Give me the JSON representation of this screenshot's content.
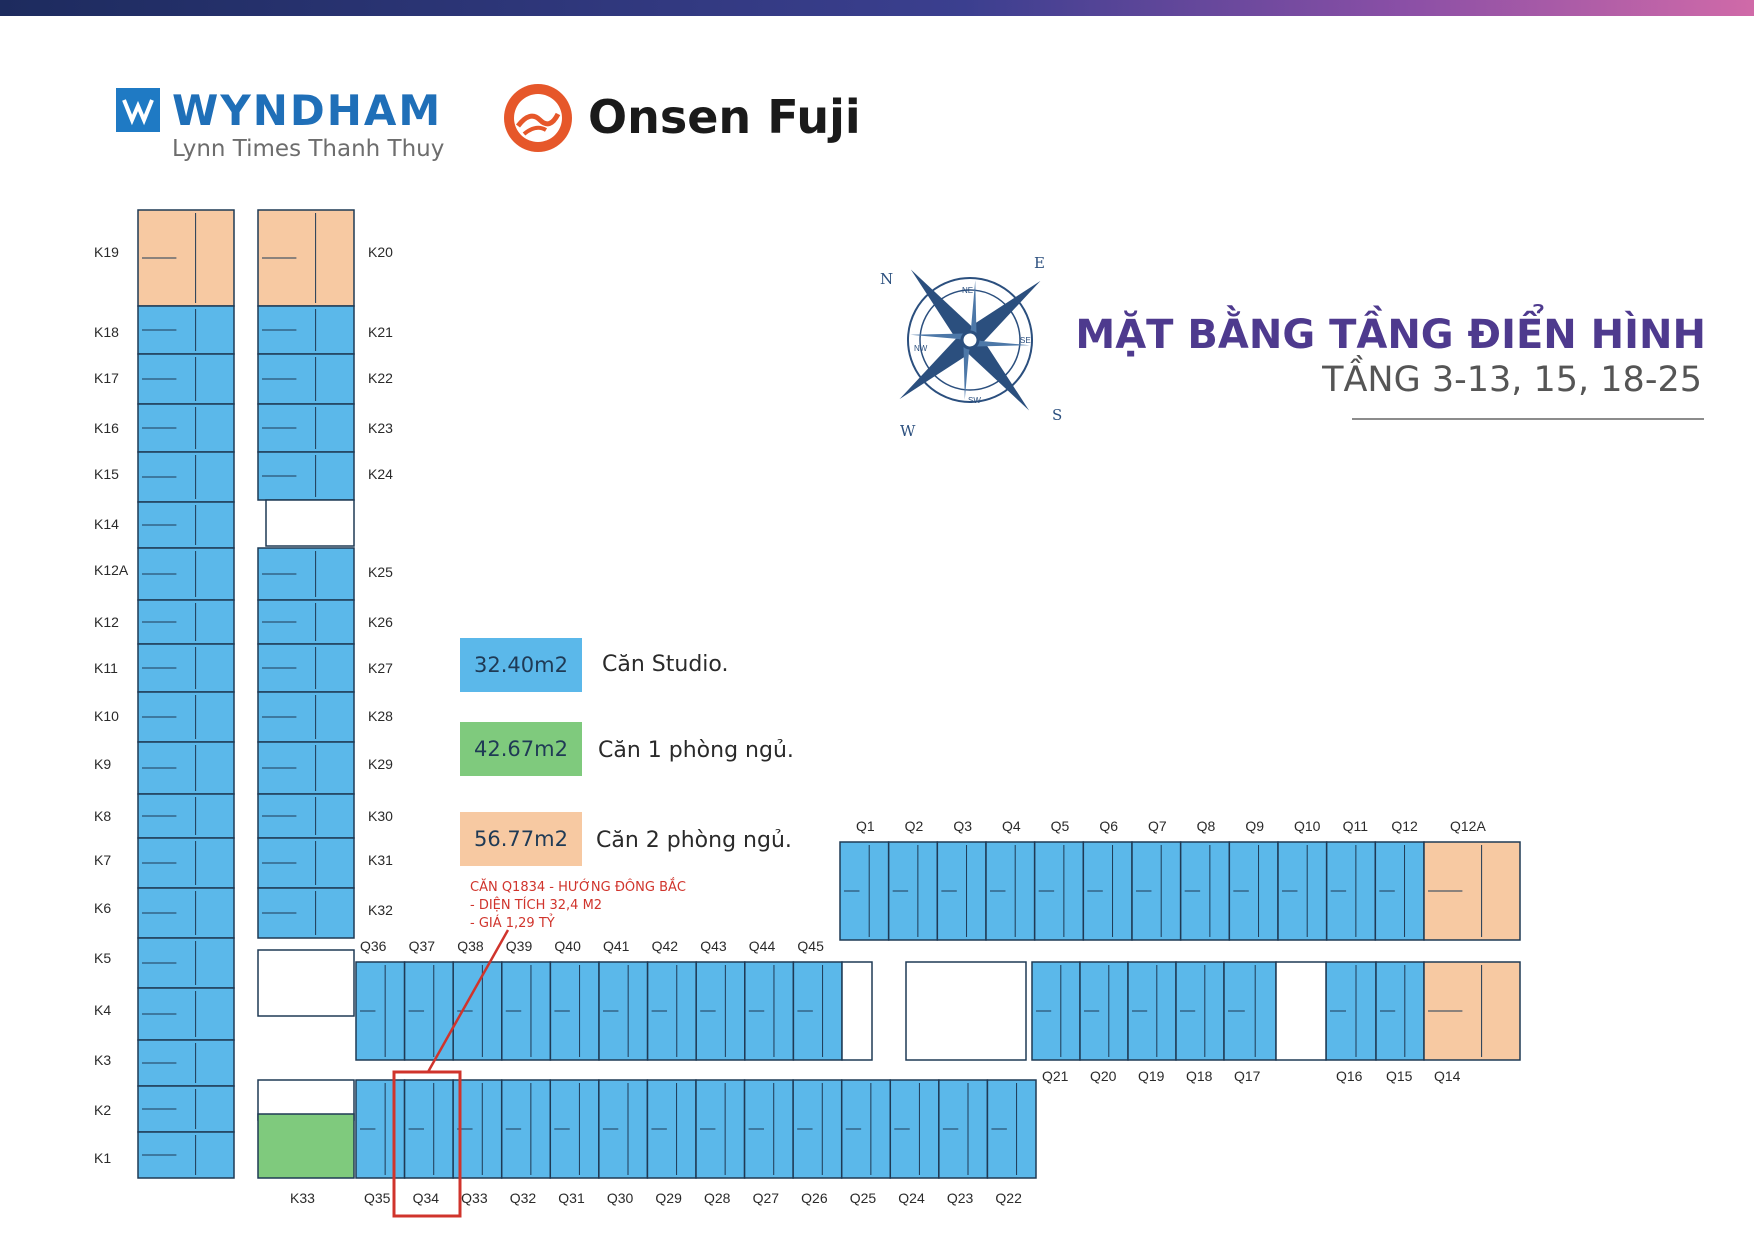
{
  "logos": {
    "wyndham_name": "WYNDHAM",
    "wyndham_sub": "Lynn Times Thanh Thuy",
    "onsen_name": "Onsen Fuji"
  },
  "heading": {
    "title": "MẶT BẰNG TẦNG ĐIỂN HÌNH",
    "subtitle": "TẦNG  3-13, 15, 18-25"
  },
  "compass": {
    "letters": [
      "N",
      "E",
      "S",
      "W"
    ],
    "inner": [
      "NE",
      "SE",
      "SW",
      "NW"
    ]
  },
  "legend": [
    {
      "area": "32.40m2",
      "label": "Căn Studio.",
      "color": "#5bb8ea"
    },
    {
      "area": "42.67m2",
      "label": "Căn 1 phòng ngủ.",
      "color": "#7fca7d"
    },
    {
      "area": "56.77m2",
      "label": "Căn 2 phòng ngủ.",
      "color": "#f7c9a2"
    }
  ],
  "note": {
    "line1": "CĂN Q1834 - HƯỚNG ĐÔNG BẮC",
    "line2": "- DIỆN TÍCH 32,4 M2",
    "line3": "- GIÁ 1,29 TỶ"
  },
  "units": {
    "k_left": [
      "K19",
      "K18",
      "K17",
      "K16",
      "K15",
      "K14",
      "K12A",
      "K12",
      "K11",
      "K10",
      "K9",
      "K8",
      "K7",
      "K6",
      "K5",
      "K4",
      "K3",
      "K2",
      "K1"
    ],
    "k_right": [
      "K20",
      "K21",
      "K22",
      "K23",
      "K24",
      "K25",
      "K26",
      "K27",
      "K28",
      "K29",
      "K30",
      "K31",
      "K32"
    ],
    "k_bottom": [
      "K33"
    ],
    "q_upper_mid": [
      "Q36",
      "Q37",
      "Q38",
      "Q39",
      "Q40",
      "Q41",
      "Q42",
      "Q43",
      "Q44",
      "Q45"
    ],
    "q_top_right": [
      "Q1",
      "Q2",
      "Q3",
      "Q4",
      "Q5",
      "Q6",
      "Q7",
      "Q8",
      "Q9",
      "Q10",
      "Q11",
      "Q12",
      "Q12A"
    ],
    "q_lower_right": [
      "Q21",
      "Q20",
      "Q19",
      "Q18",
      "Q17",
      "Q16",
      "Q15",
      "Q14"
    ],
    "q_bottom": [
      "Q35",
      "Q34",
      "Q33",
      "Q32",
      "Q31",
      "Q30",
      "Q29",
      "Q28",
      "Q27",
      "Q26",
      "Q25",
      "Q24",
      "Q23",
      "Q22"
    ]
  },
  "colors": {
    "studio": "#5bb8ea",
    "one_bedroom": "#7fca7d",
    "two_bedroom": "#f7c9a2",
    "core": "#ffffff",
    "highlight": "#d0342c",
    "title": "#4e3a8e"
  }
}
